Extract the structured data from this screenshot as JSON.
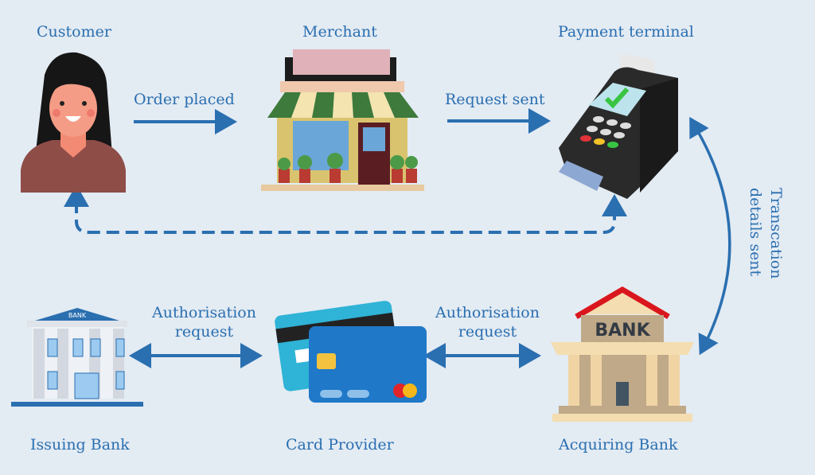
{
  "nodes": {
    "customer": {
      "label": "Customer"
    },
    "merchant": {
      "label": "Merchant"
    },
    "terminal": {
      "label": "Payment terminal"
    },
    "issuing_bank": {
      "label": "Issuing Bank",
      "sign": "BANK"
    },
    "card_provider": {
      "label": "Card Provider"
    },
    "acquiring_bank": {
      "label": "Acquiring Bank",
      "sign": "BANK"
    }
  },
  "edges": {
    "order_placed": {
      "label": "Order placed"
    },
    "request_sent": {
      "label": "Request sent"
    },
    "transaction_details": {
      "line1": "Transcation",
      "line2": "details sent"
    },
    "auth_left": {
      "line1": "Authorisation",
      "line2": "request"
    },
    "auth_right": {
      "line1": "Authorisation",
      "line2": "request"
    }
  },
  "colors": {
    "background": "#e3ebf3",
    "accent": "#2a6fb0"
  }
}
